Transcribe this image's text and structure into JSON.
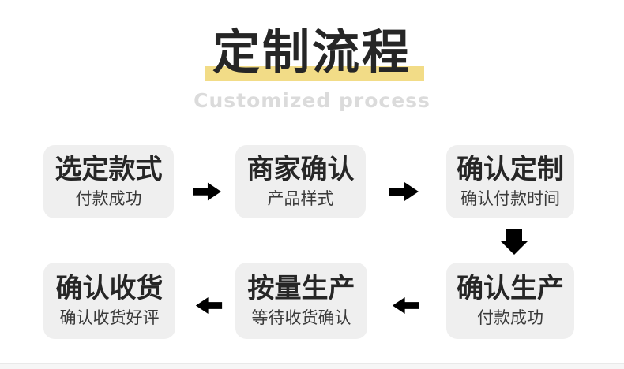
{
  "page": {
    "footer_divider_color": "#e9e9e9",
    "footer_bg": "#f6f6f6",
    "background": "#ffffff"
  },
  "header": {
    "title": "定制流程",
    "subtitle": "Customized process",
    "title_color": "#262626",
    "highlight_color": "#f2dc87",
    "subtitle_color": "#dbdbdb"
  },
  "flow": {
    "box_bg": "#efefef",
    "arrow_color": "#000000",
    "steps": [
      {
        "title": "选定款式",
        "subtitle": "付款成功"
      },
      {
        "title": "商家确认",
        "subtitle": "产品样式"
      },
      {
        "title": "确认定制",
        "subtitle": "确认付款时间"
      },
      {
        "title": "确认生产",
        "subtitle": "付款成功"
      },
      {
        "title": "按量生产",
        "subtitle": "等待收货确认"
      },
      {
        "title": "确认收货",
        "subtitle": "确认收货好评"
      }
    ]
  }
}
